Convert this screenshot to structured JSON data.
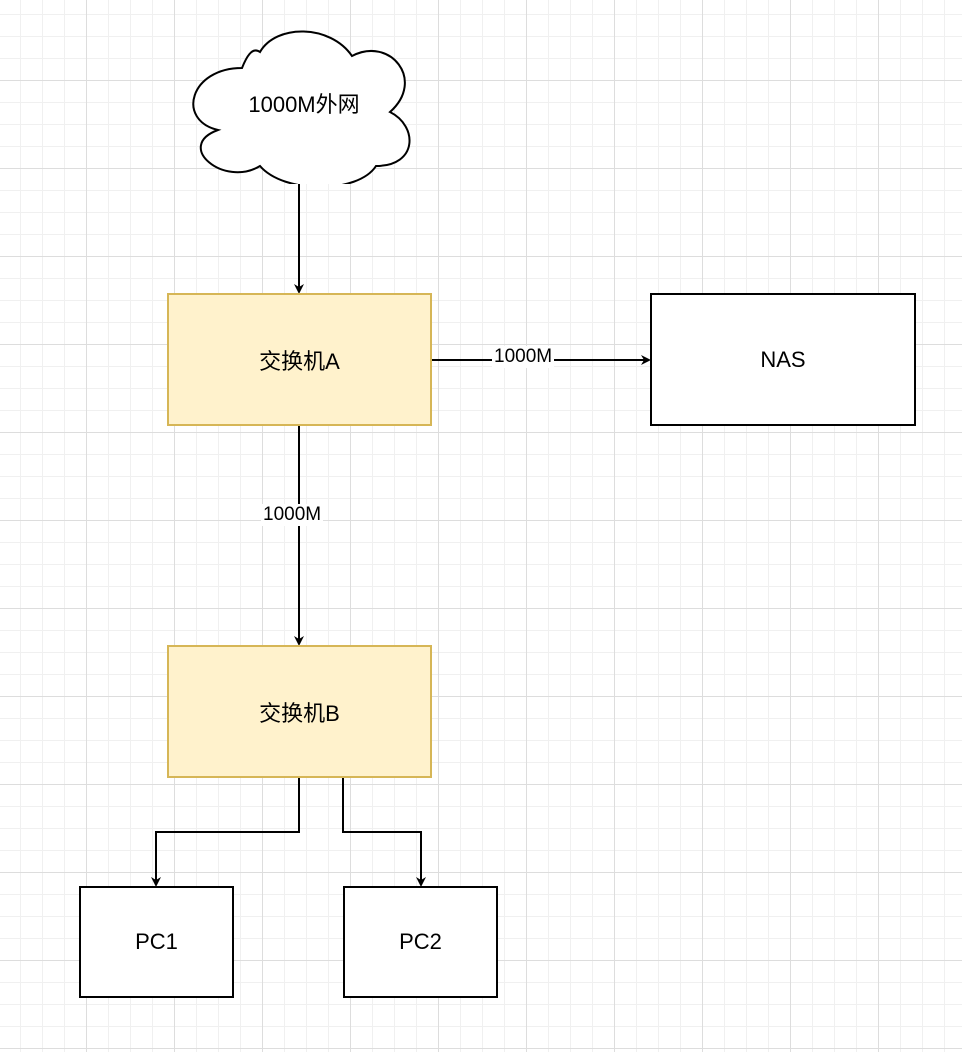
{
  "diagram": {
    "cloud": {
      "label": "1000M外网"
    },
    "switch_a": {
      "label": "交换机A"
    },
    "switch_b": {
      "label": "交换机B"
    },
    "nas": {
      "label": "NAS"
    },
    "pc1": {
      "label": "PC1"
    },
    "pc2": {
      "label": "PC2"
    },
    "edges": {
      "a_to_nas": {
        "label": "1000M"
      },
      "a_to_b": {
        "label": "1000M"
      }
    }
  },
  "colors": {
    "switch_fill": "#fff2cc",
    "switch_stroke": "#d6b656",
    "stroke": "#000000",
    "grid": "#dddddd"
  }
}
